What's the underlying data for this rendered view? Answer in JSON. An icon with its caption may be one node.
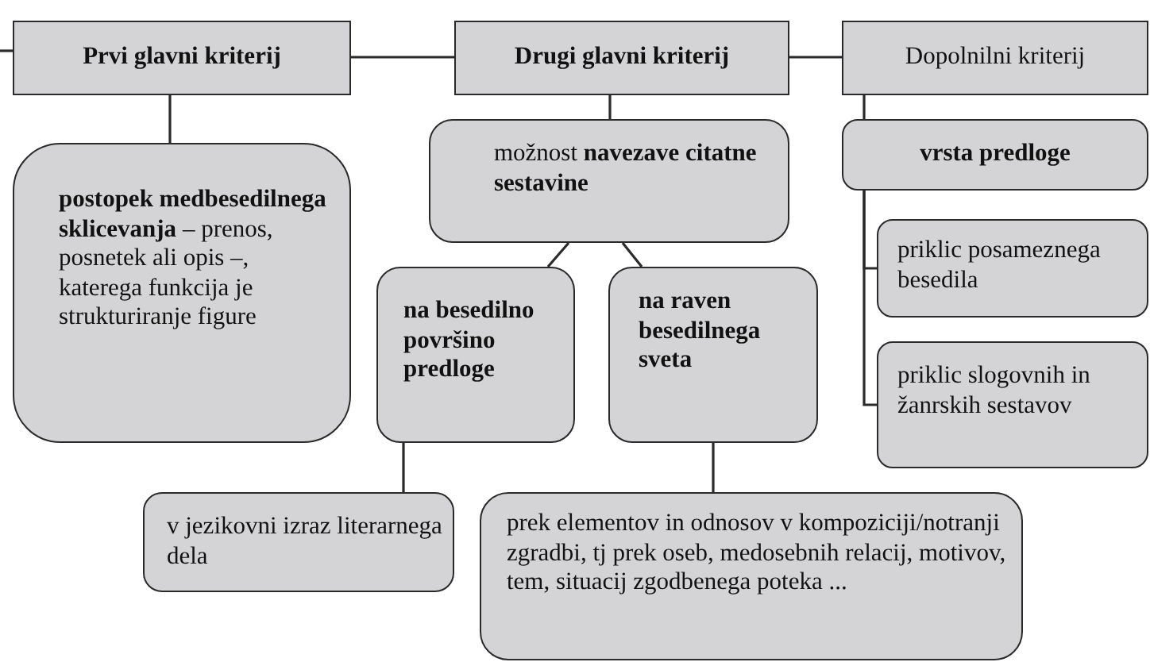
{
  "diagram": {
    "nodes": [
      {
        "text": [
          "Prvi glavni kriterij"
        ]
      },
      {
        "text": [
          "Drugi glavni kriterij"
        ]
      },
      {
        "text": [
          "Dopolnilni kriterij"
        ]
      },
      {
        "text": [
          "**postopek medbesedilnega sklicevanja** – prenos, posnetek ali opis –, katerega funkcija je strukturiranje figure"
        ]
      },
      {
        "text": [
          "možnost **navezave citatne sestavine**"
        ]
      },
      {
        "text": [
          "vrsta predloge"
        ]
      },
      {
        "text": [
          "priklic posameznega besedila"
        ]
      },
      {
        "text": [
          "priklic slogovnih in žanrskih sestavov"
        ]
      },
      {
        "text": [
          "na besedilno površino predloge"
        ]
      },
      {
        "text": [
          "na raven besedilnega sveta"
        ]
      },
      {
        "text": [
          "v jezikovni izraz literarnega dela"
        ]
      },
      {
        "text": [
          "prek elementov in odnosov v kompoziciji/notranji zgradbi, tj prek oseb, medosebnih relacij, motivov, tem, situacij zgodbenega poteka ..."
        ]
      }
    ],
    "edges": [
      {
        "from": null,
        "to": 0,
        "arrow": "none"
      },
      {
        "from": 0,
        "to": 1,
        "arrow": "none"
      },
      {
        "from": 1,
        "to": 2,
        "arrow": "none"
      },
      {
        "from": 0,
        "to": 3,
        "arrow": "none"
      },
      {
        "from": 1,
        "to": 4,
        "arrow": "none"
      },
      {
        "from": 2,
        "to": 5,
        "arrow": "none"
      },
      {
        "from": 5,
        "to": 6,
        "arrow": "none"
      },
      {
        "from": 5,
        "to": 7,
        "arrow": "none"
      },
      {
        "from": 4,
        "to": 8,
        "arrow": "none"
      },
      {
        "from": 4,
        "to": 9,
        "arrow": "none"
      },
      {
        "from": 8,
        "to": 10,
        "arrow": "none"
      },
      {
        "from": 9,
        "to": 11,
        "arrow": "none"
      }
    ]
  }
}
